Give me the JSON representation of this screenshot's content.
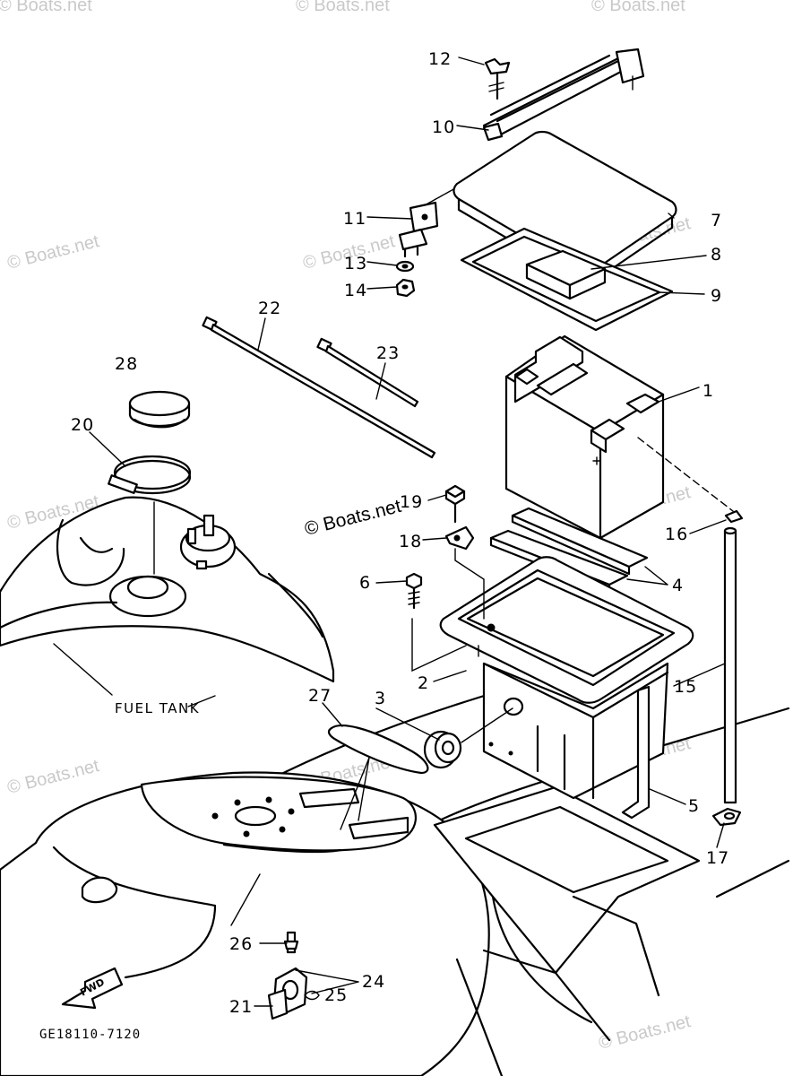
{
  "callouts": {
    "c1": "1",
    "c2": "2",
    "c3": "3",
    "c4": "4",
    "c5": "5",
    "c6": "6",
    "c7": "7",
    "c8": "8",
    "c9": "9",
    "c10": "10",
    "c11": "11",
    "c12": "12",
    "c13": "13",
    "c14": "14",
    "c15": "15",
    "c16": "16",
    "c17": "17",
    "c18": "18",
    "c19": "19",
    "c20": "20",
    "c21": "21",
    "c22": "22",
    "c23": "23",
    "c24": "24",
    "c25": "25",
    "c26": "26",
    "c27": "27",
    "c28": "28"
  },
  "labels": {
    "fuel_tank": "FUEL TANK",
    "fwd": "FWD",
    "drawing_code": "GE18110-7120"
  },
  "watermark": {
    "text": "© Boats.net"
  }
}
